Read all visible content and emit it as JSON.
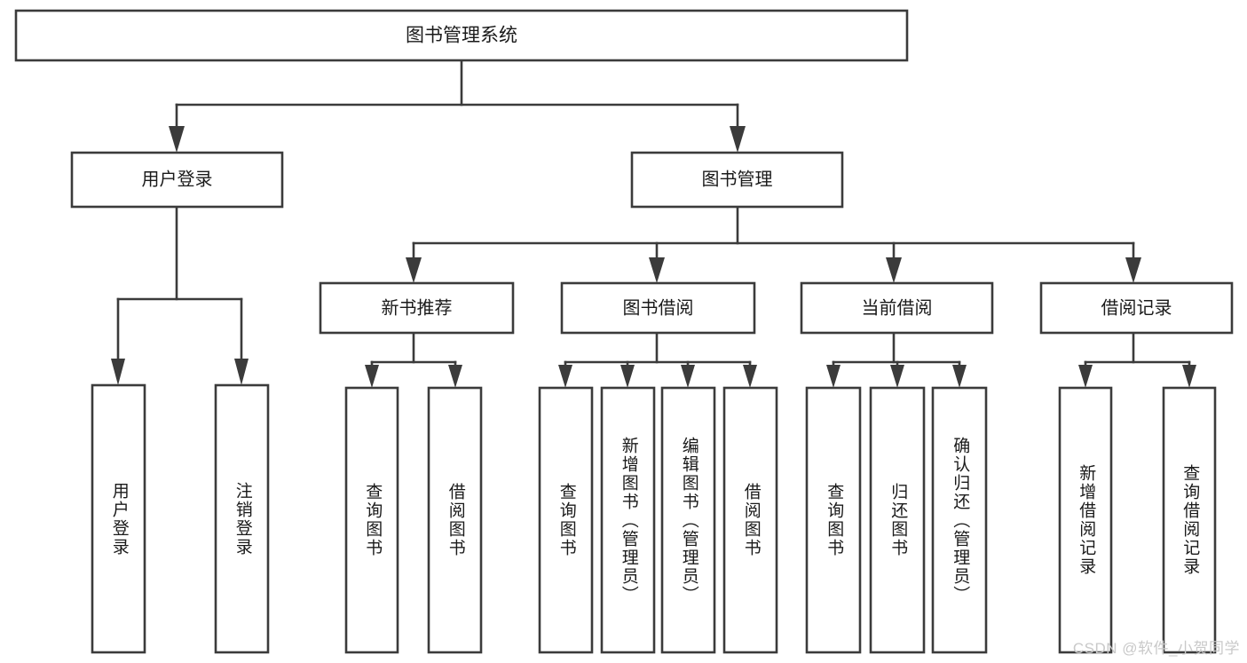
{
  "diagram": {
    "type": "tree-hierarchy",
    "title": "图书管理系统",
    "watermark": "CSDN @软件_小贺同学",
    "colors": {
      "stroke": "#3b3b3b",
      "fill": "#ffffff",
      "text": "#1a1a1a",
      "watermark": "#c9c9c9",
      "background": "#ffffff"
    },
    "root": {
      "label": "图书管理系统",
      "orientation": "horizontal"
    },
    "level2": [
      {
        "label": "用户登录",
        "orientation": "horizontal"
      },
      {
        "label": "图书管理",
        "orientation": "horizontal"
      }
    ],
    "level3": [
      {
        "label": "新书推荐",
        "orientation": "horizontal"
      },
      {
        "label": "图书借阅",
        "orientation": "horizontal"
      },
      {
        "label": "当前借阅",
        "orientation": "horizontal"
      },
      {
        "label": "借阅记录",
        "orientation": "horizontal"
      }
    ],
    "leaves": {
      "user_login": [
        {
          "label": "用户登录",
          "orientation": "vertical"
        },
        {
          "label": "注销登录",
          "orientation": "vertical"
        }
      ],
      "new_book_recommend": [
        {
          "label": "查询图书",
          "orientation": "vertical"
        },
        {
          "label": "借阅图书",
          "orientation": "vertical"
        }
      ],
      "book_borrow": [
        {
          "label": "查询图书",
          "orientation": "vertical"
        },
        {
          "label": "新增图书（管理员）",
          "orientation": "vertical"
        },
        {
          "label": "编辑图书（管理员）",
          "orientation": "vertical"
        },
        {
          "label": "借阅图书",
          "orientation": "vertical"
        }
      ],
      "current_borrow": [
        {
          "label": "查询图书",
          "orientation": "vertical"
        },
        {
          "label": "归还图书",
          "orientation": "vertical"
        },
        {
          "label": "确认归还（管理员）",
          "orientation": "vertical"
        }
      ],
      "borrow_record": [
        {
          "label": "新增借阅记录",
          "orientation": "vertical"
        },
        {
          "label": "查询借阅记录",
          "orientation": "vertical"
        }
      ]
    }
  }
}
